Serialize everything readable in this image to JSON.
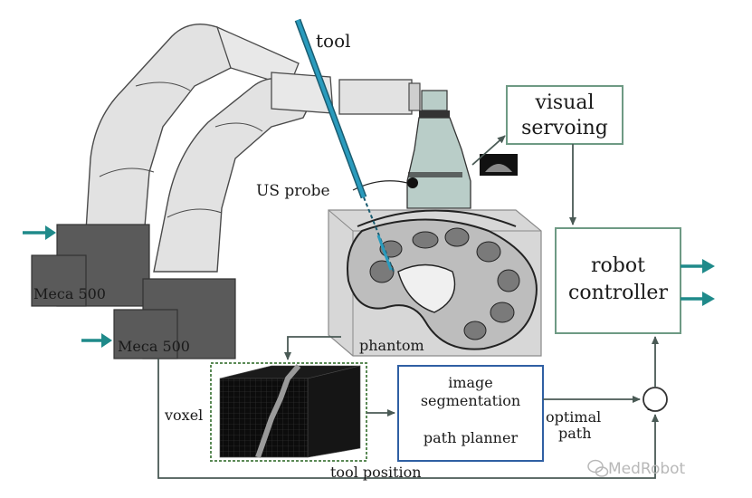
{
  "labels": {
    "tool": "tool",
    "us_probe": "US probe",
    "meca_top": "Meca 500",
    "meca_bottom": "Meca 500",
    "phantom": "phantom",
    "voxel": "voxel",
    "tool_position": "tool position",
    "optimal": "optimal",
    "path": "path",
    "minus": "-"
  },
  "blocks": {
    "visual_servoing": [
      "visual",
      "servoing"
    ],
    "robot_controller": [
      "robot",
      "controller"
    ],
    "image_segmentation": [
      "image",
      "segmentation"
    ],
    "path_planner": "path planner"
  },
  "watermark": {
    "icon": "wechat-icon",
    "text": "MedRobot"
  },
  "colors": {
    "teal_arrow": "#1f8a8a",
    "tool": "#2a9bbd",
    "block_border_green": "#6e9a84",
    "block_border_blue": "#2f5fa3",
    "voxel_border": "#5b8a56",
    "robot_link": "#e2e2e2",
    "robot_base": "#5a5a5a",
    "probe": "#b9cdc8",
    "phantom_box": "#d7d7d7",
    "organ": "#9a9a9a"
  }
}
